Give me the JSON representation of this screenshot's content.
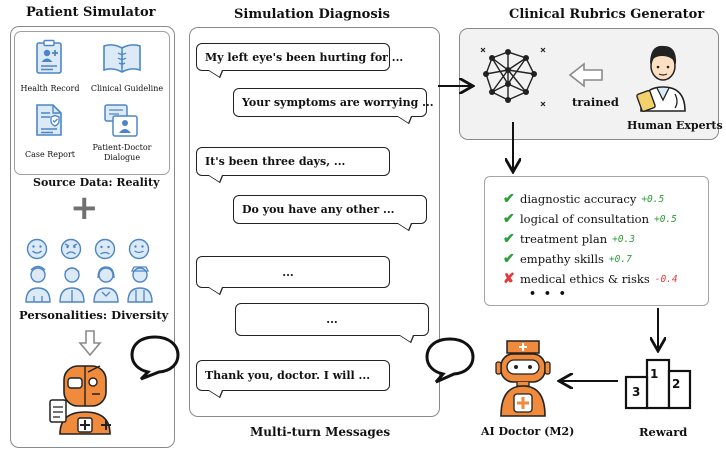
{
  "sections": {
    "patient_simulator": "Patient Simulator",
    "simulation_diagnosis": "Simulation Diagnosis",
    "rubrics_generator": "Clinical Rubrics Generator"
  },
  "sources": [
    {
      "label": "Health Record",
      "icon": "health-record-icon"
    },
    {
      "label": "Clinical Guideline",
      "icon": "clinical-guideline-icon"
    },
    {
      "label": "Case Report",
      "icon": "case-report-icon"
    },
    {
      "label": "Patient-Doctor Dialogue",
      "icon": "dialogue-icon"
    }
  ],
  "source_caption": "Source Data: Reality",
  "plus_symbol": "+",
  "personalities_caption": "Personalities:  Diversity",
  "messages": [
    "My left eye's been hurting for ...",
    "Your symptoms are worrying ...",
    "It's been three days, ...",
    "Do you have any other ...",
    "...",
    "...",
    "Thank you, doctor. I will ..."
  ],
  "messages_caption": "Multi-turn Messages",
  "trained_label": "trained",
  "human_experts_label": "Human Experts",
  "rubrics": [
    {
      "label": "diagnostic accuracy",
      "score": "+0.5",
      "pass": true
    },
    {
      "label": "logical of consultation",
      "score": "+0.5",
      "pass": true
    },
    {
      "label": "treatment plan",
      "score": "+0.3",
      "pass": true
    },
    {
      "label": "empathy skills",
      "score": "+0.7",
      "pass": true
    },
    {
      "label": "medical ethics & risks",
      "score": "-0.4",
      "pass": false
    }
  ],
  "rubrics_more": "• • •",
  "reward_label": "Reward",
  "podium_places": [
    "1",
    "2",
    "3"
  ],
  "ai_doctor_label": "AI Doctor (M2)",
  "colors": {
    "accent_blue": "#4d86c6",
    "orange": "#f08a3c",
    "green": "#2e9e3a",
    "red": "#e03a3a",
    "arrow": "#111111",
    "panel_border": "#8a8a8a"
  }
}
